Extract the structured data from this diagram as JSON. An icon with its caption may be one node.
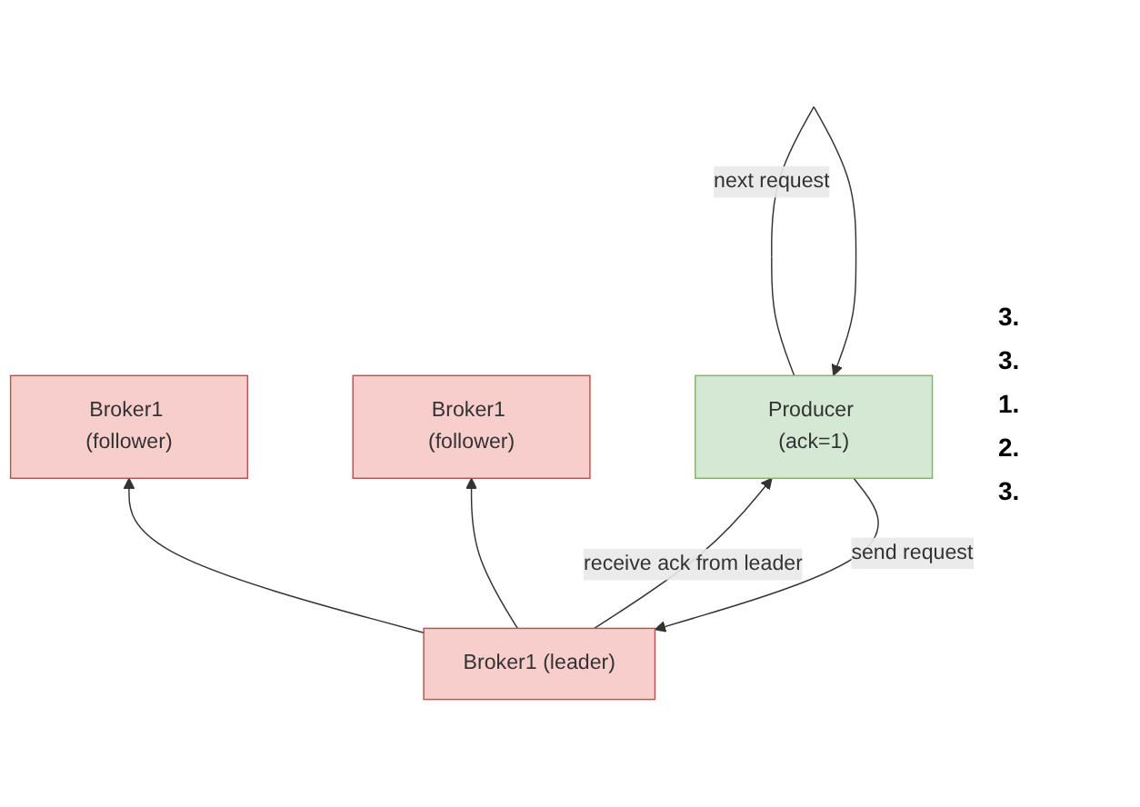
{
  "diagram": {
    "nodes": [
      {
        "text": [
          "Broker1 (follower)"
        ]
      },
      {
        "text": [
          "Broker1 (leader)"
        ]
      },
      {
        "text": [
          "Broker1 (follower)"
        ]
      },
      {
        "text": [
          "Producer (ack=1)"
        ]
      }
    ],
    "edges": [
      {
        "from": 1,
        "to": 0,
        "arrow": "to"
      },
      {
        "from": 1,
        "to": 2,
        "arrow": "to"
      },
      {
        "from": 3,
        "to": 1,
        "arrow": "to",
        "label": "send request"
      },
      {
        "from": 1,
        "to": 3,
        "arrow": "to",
        "label": "receive ack from leader"
      },
      {
        "from": 3,
        "to": 3,
        "arrow": "to",
        "label": "next request"
      }
    ],
    "labels": [
      "3.",
      "3.",
      "1.",
      "2.",
      "3."
    ]
  }
}
